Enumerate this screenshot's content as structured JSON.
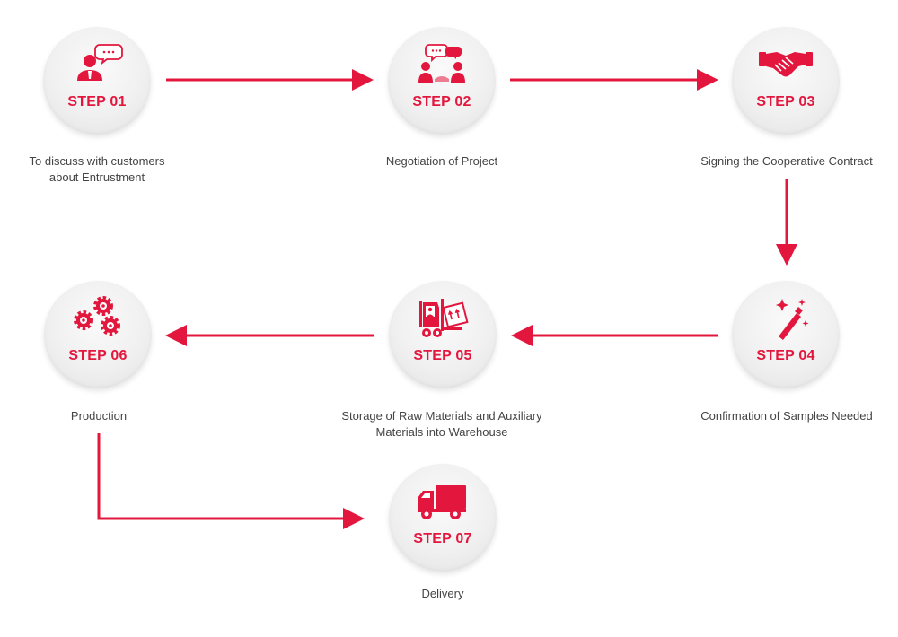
{
  "colors": {
    "accent": "#e3173e",
    "text": "#444444",
    "circle": "#eeeeee"
  },
  "steps": [
    {
      "label": "STEP 01",
      "icon": "person-speech-bubble-icon",
      "caption_lines": [
        "To discuss with customers",
        "about Entrustment"
      ]
    },
    {
      "label": "STEP 02",
      "icon": "negotiation-people-icon",
      "caption_lines": [
        "Negotiation of Project"
      ]
    },
    {
      "label": "STEP 03",
      "icon": "handshake-icon",
      "caption_lines": [
        "Signing the Cooperative Contract"
      ]
    },
    {
      "label": "STEP 04",
      "icon": "magic-wand-icon",
      "caption_lines": [
        "Confirmation of Samples Needed"
      ]
    },
    {
      "label": "STEP 05",
      "icon": "forklift-icon",
      "caption_lines": [
        "Storage of Raw Materials and Auxiliary",
        "Materials into Warehouse"
      ]
    },
    {
      "label": "STEP 06",
      "icon": "gears-icon",
      "caption_lines": [
        "Production"
      ]
    },
    {
      "label": "STEP 07",
      "icon": "delivery-truck-icon",
      "caption_lines": [
        "Delivery"
      ]
    }
  ]
}
